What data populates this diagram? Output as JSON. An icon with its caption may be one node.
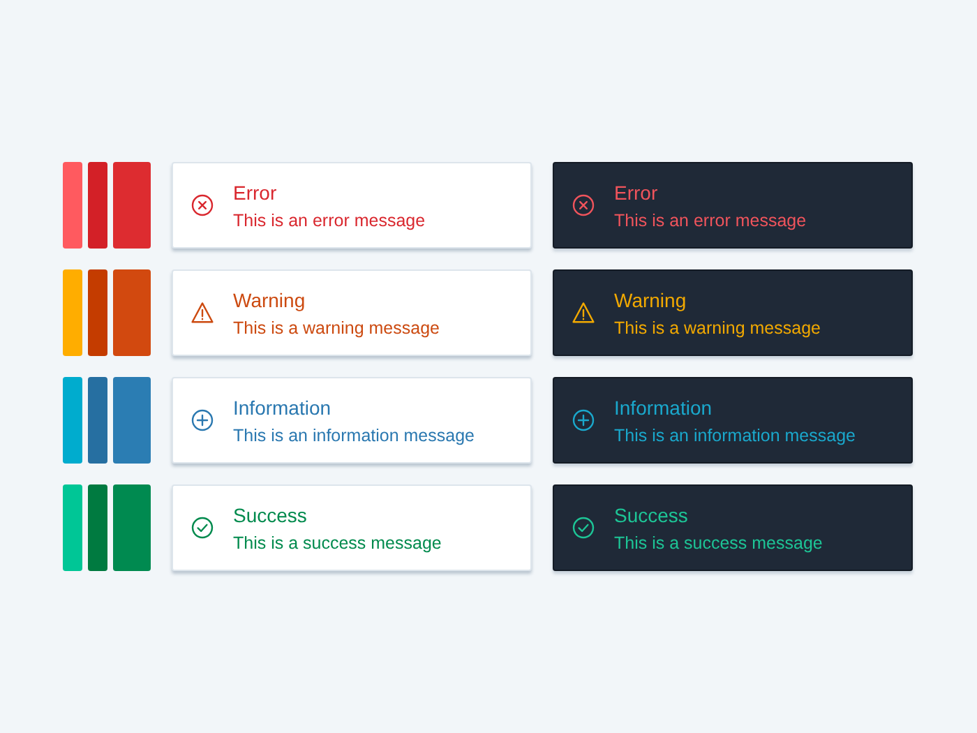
{
  "diagram": {
    "nodes": [
      {
        "text": [
          "Error",
          "This is an error message"
        ]
      },
      {
        "text": [
          "Error",
          "This is an error message"
        ]
      },
      {
        "text": [
          "Warning",
          "This is a warning message"
        ]
      },
      {
        "text": [
          "Warning",
          "This is a warning message"
        ]
      },
      {
        "text": [
          "Information",
          "This is an information message"
        ]
      },
      {
        "text": [
          "Information",
          "This is an information message"
        ]
      },
      {
        "text": [
          "Success",
          "This is a success message"
        ]
      },
      {
        "text": [
          "Success",
          "This is a success message"
        ]
      }
    ]
  }
}
